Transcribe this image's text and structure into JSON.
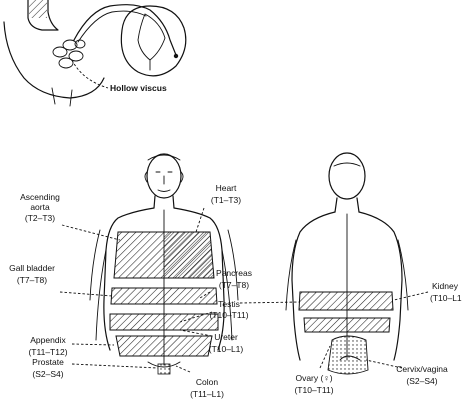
{
  "inset": {
    "label": "Hollow viscus"
  },
  "front_labels": {
    "ascending_aorta": {
      "line1": "Ascending",
      "line2": "aorta",
      "range": "(T2–T3)"
    },
    "heart": {
      "name": "Heart",
      "range": "(T1–T3)"
    },
    "gall_bladder": {
      "name": "Gall bladder",
      "range": "(T7–T8)"
    },
    "pancreas": {
      "name": "Pancreas",
      "range": "(T7–T8)"
    },
    "testis": {
      "name": "Testis",
      "range": "(T10–T11)"
    },
    "ureter": {
      "name": "Ureter",
      "range": "(T10–L1)"
    },
    "appendix": {
      "name": "Appendix",
      "range": "(T11–T12)"
    },
    "prostate": {
      "name": "Prostate",
      "range": "(S2–S4)"
    },
    "colon": {
      "name": "Colon",
      "range": "(T11–L1)"
    }
  },
  "back_labels": {
    "kidney": {
      "name": "Kidney",
      "range": "(T10–L1"
    },
    "ovary": {
      "name": "Ovary (♀)",
      "range": "(T10–T11)"
    },
    "cervix": {
      "name": "Cervix/vagina",
      "range": "(S2–S4)"
    }
  }
}
